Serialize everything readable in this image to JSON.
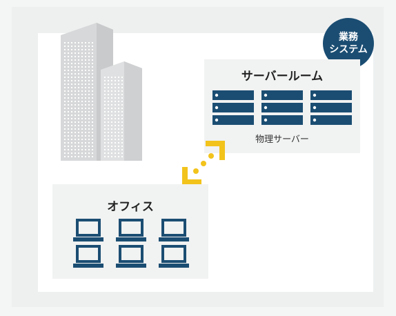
{
  "badge": {
    "line1": "業務",
    "line2": "システム"
  },
  "server_room": {
    "title": "サーバールーム",
    "subtitle": "物理サーバー",
    "rows": 3,
    "columns": 3
  },
  "office": {
    "title": "オフィス",
    "rows": 2,
    "columns": 3
  },
  "colors": {
    "navy": "#1b4d72",
    "accent_yellow": "#f2c31b",
    "building_gray": "#d4d5d6",
    "panel_bg": "#f1f2f2"
  },
  "icons": {
    "building": "office-building-icon",
    "server": "server-rack-icon",
    "laptop": "laptop-icon",
    "connection": "bidirectional-arrow-icon"
  }
}
